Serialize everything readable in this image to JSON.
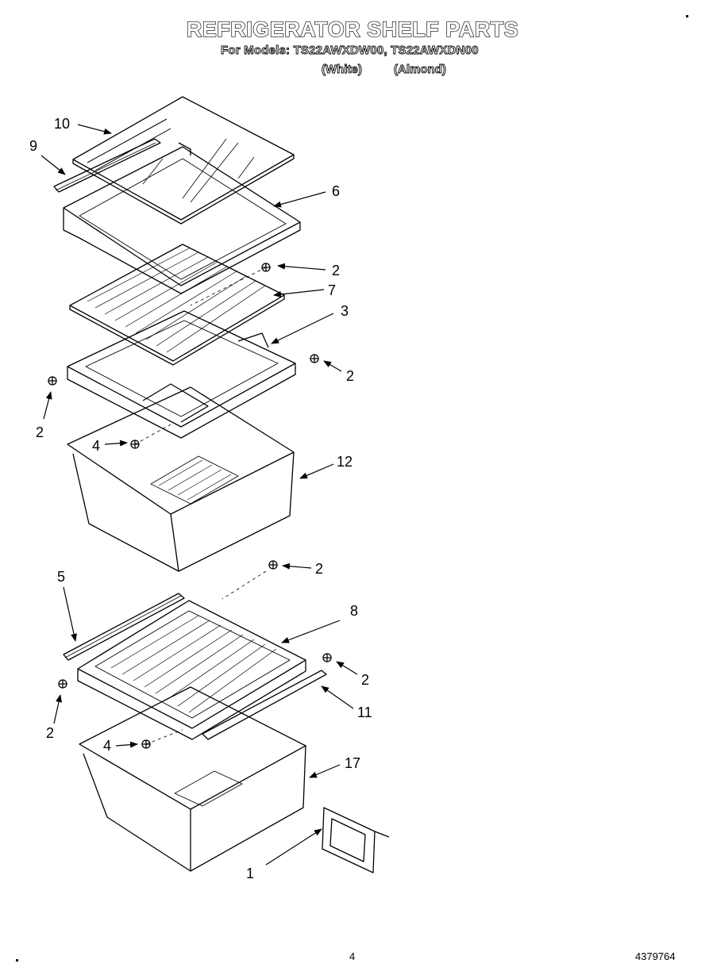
{
  "header": {
    "title": "REFRIGERATOR SHELF PARTS",
    "models_line": "For Models: TS22AWXDW00, TS22AWXDN00",
    "variant_white": "(White)",
    "variant_almond": "(Almond)"
  },
  "callouts": {
    "c10": "10",
    "c9": "9",
    "c6": "6",
    "c2a": "2",
    "c7": "7",
    "c3": "3",
    "c2b": "2",
    "c2c": "2",
    "c4a": "4",
    "c12": "12",
    "c2d": "2",
    "c5": "5",
    "c8": "8",
    "c2e": "2",
    "c2f": "2",
    "c11": "11",
    "c4b": "4",
    "c17": "17",
    "c1": "1"
  },
  "footer": {
    "page_number": "4",
    "doc_number": "4379764"
  }
}
